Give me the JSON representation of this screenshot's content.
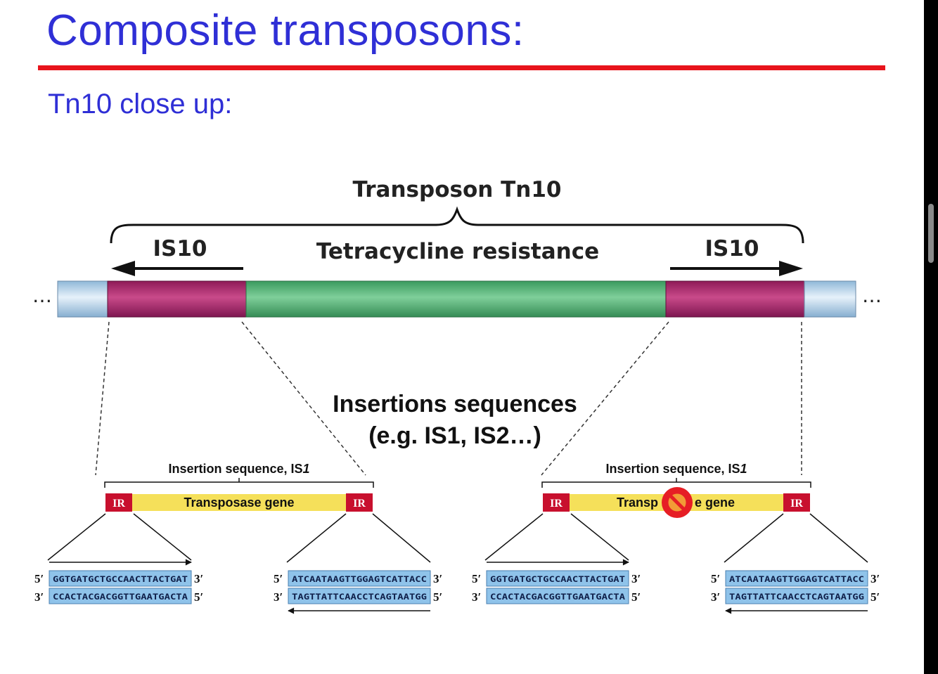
{
  "slide": {
    "title": "Composite transposons:",
    "subtitle": "Tn10 close up:"
  },
  "tn10": {
    "label": "Transposon Tn10",
    "is10_left": "IS10",
    "is10_right": "IS10",
    "middle_label": "Tetracycline resistance",
    "ellipsis": "…"
  },
  "center_label": {
    "line1": "Insertions sequences",
    "line2": "(e.g. IS1, IS2…)"
  },
  "is1_left": {
    "label": "Insertion sequence, IS",
    "label_num": "1",
    "ir_left": "IR",
    "ir_right": "IR",
    "gene": "Transposase gene"
  },
  "is1_right": {
    "label": "Insertion sequence, IS",
    "label_num": "1",
    "ir_left": "IR",
    "ir_right": "IR",
    "gene_a": "Transp",
    "gene_b": "e gene"
  },
  "sequences": [
    {
      "top": "GGTGATGCTGCCAACTTACTGAT",
      "bottom": "CCACTACGACGGTTGAATGACTA"
    },
    {
      "top": "ATCAATAAGTTGGAGTCATTACC",
      "bottom": "TAGTTATTCAACCTCAGTAATGG"
    },
    {
      "top": "GGTGATGCTGCCAACTTACTGAT",
      "bottom": "CCACTACGACGGTTGAATGACTA"
    },
    {
      "top": "ATCAATAAGTTGGAGTCATTACC",
      "bottom": "TAGTTATTCAACCTCAGTAATGG"
    }
  ],
  "strand_ends": {
    "five": "5′",
    "three": "3′"
  },
  "colors": {
    "title": "#2f2fd6",
    "rule": "#e8141c",
    "is10_bar": "#a8256b",
    "tet_bar": "#4fb072",
    "flank_bar": "#a9cde8",
    "gene_bar": "#f5e05a",
    "ir_box": "#c8102e",
    "seq_box": "#8fc3ea"
  }
}
